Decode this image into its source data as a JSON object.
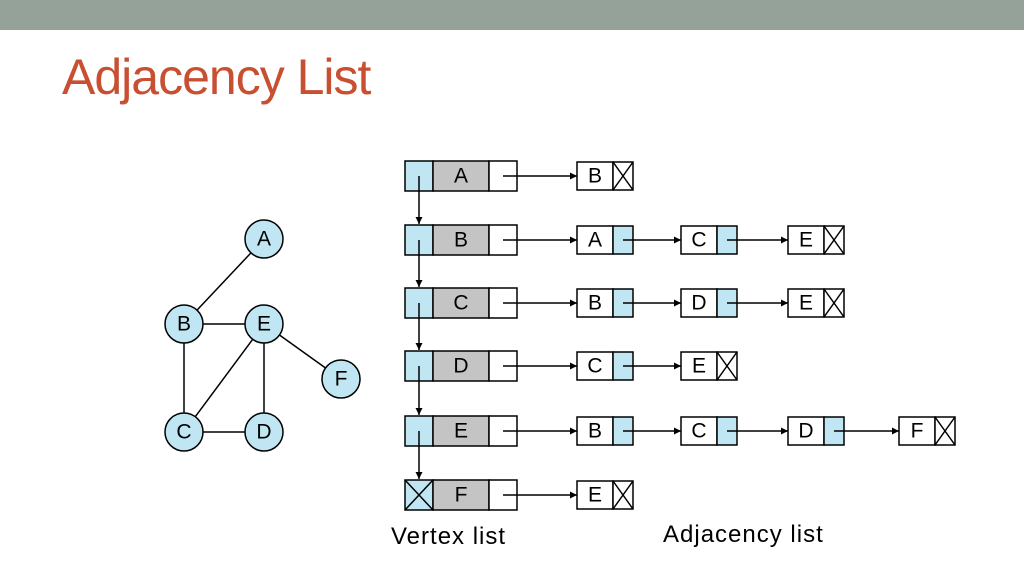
{
  "slide": {
    "title": "Adjacency List",
    "title_color": "#c84f31",
    "header_bar_color": "#94a29a"
  },
  "colors": {
    "node_fill": "#bfe6f2",
    "link_cell_fill": "#bfe6f2",
    "key_cell_fill": "#c4c4c4",
    "stroke": "#000000"
  },
  "graph": {
    "nodes": [
      "A",
      "B",
      "C",
      "D",
      "E",
      "F"
    ],
    "edges": [
      [
        "A",
        "B"
      ],
      [
        "B",
        "E"
      ],
      [
        "B",
        "C"
      ],
      [
        "C",
        "E"
      ],
      [
        "C",
        "D"
      ],
      [
        "E",
        "D"
      ],
      [
        "E",
        "F"
      ]
    ]
  },
  "vertex_list": {
    "caption": "Vertex list",
    "vertices": [
      "A",
      "B",
      "C",
      "D",
      "E",
      "F"
    ]
  },
  "adjacency_list": {
    "caption": "Adjacency list",
    "rows": [
      {
        "vertex": "A",
        "neighbors": [
          "B"
        ]
      },
      {
        "vertex": "B",
        "neighbors": [
          "A",
          "C",
          "E"
        ]
      },
      {
        "vertex": "C",
        "neighbors": [
          "B",
          "D",
          "E"
        ]
      },
      {
        "vertex": "D",
        "neighbors": [
          "C",
          "E"
        ]
      },
      {
        "vertex": "E",
        "neighbors": [
          "B",
          "C",
          "D",
          "F"
        ]
      },
      {
        "vertex": "F",
        "neighbors": [
          "E"
        ]
      }
    ]
  }
}
